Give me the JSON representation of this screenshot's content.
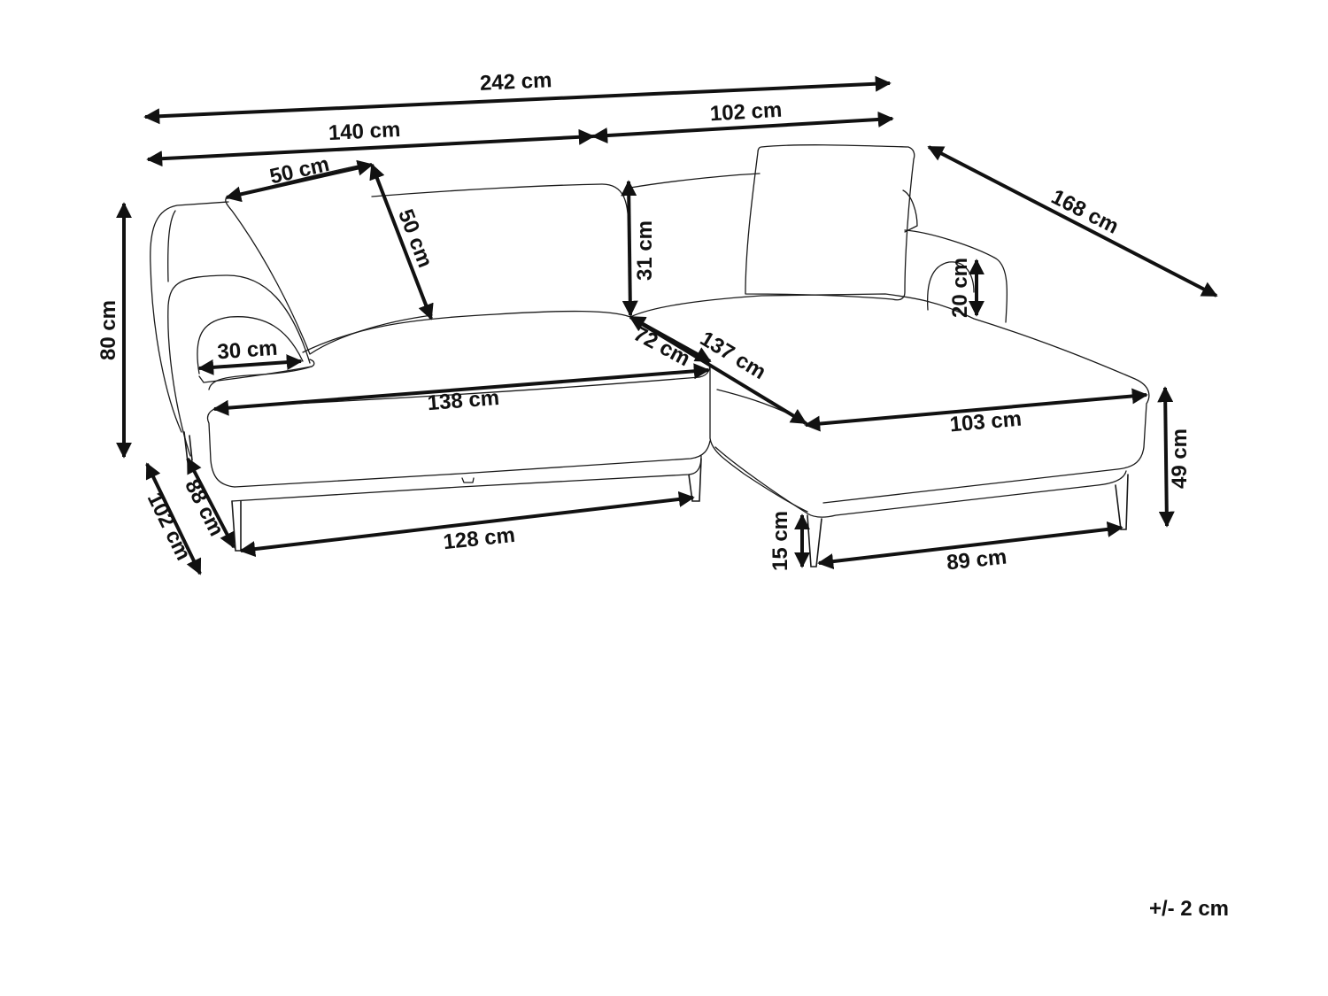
{
  "dimensions": {
    "total_width": "242 cm",
    "main_width": "140 cm",
    "chaise_width": "102 cm",
    "chaise_diagonal": "168 cm",
    "pillow_width": "50 cm",
    "pillow_height": "50 cm",
    "backrest_height": "31 cm",
    "armrest_height": "20 cm",
    "total_height": "80 cm",
    "armrest_width": "30 cm",
    "seat_depth": "72 cm",
    "chaise_seat_length": "137 cm",
    "seat_width": "138 cm",
    "chaise_seat_width": "103 cm",
    "seat_height": "49 cm",
    "seat_depth_outer": "88 cm",
    "total_depth": "102 cm",
    "base_width": "128 cm",
    "leg_height": "15 cm",
    "chaise_base_width": "89 cm"
  },
  "tolerance": "+/- 2 cm"
}
